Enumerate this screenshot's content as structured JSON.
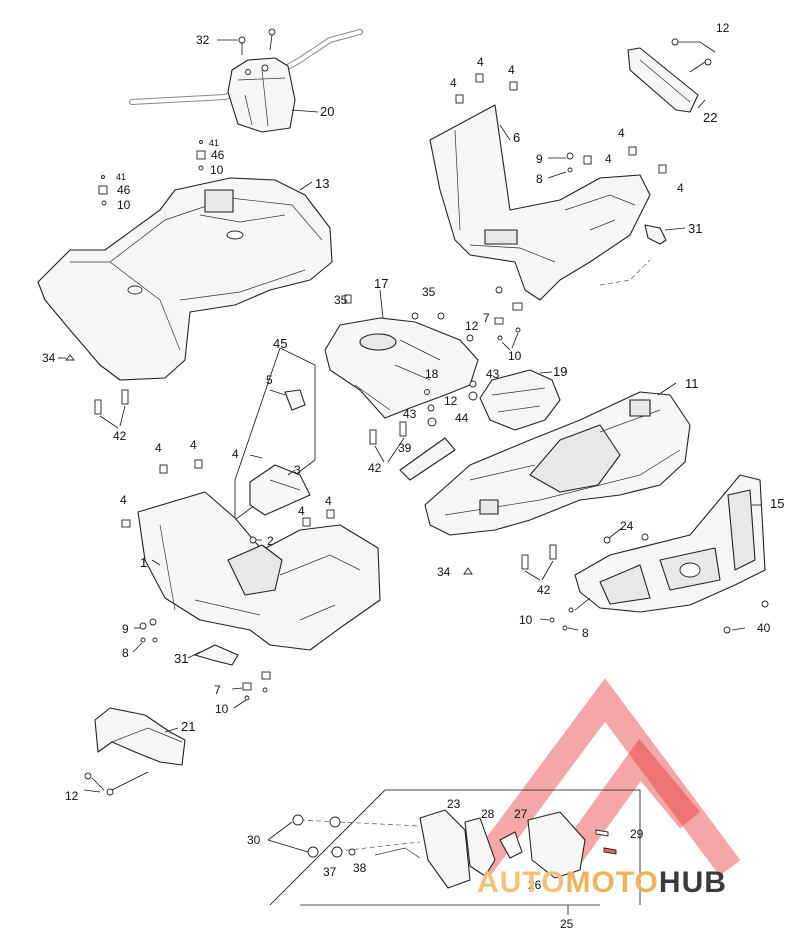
{
  "diagram": {
    "labels": {
      "1": "1",
      "2": "2",
      "3": "3",
      "4": "4",
      "5": "5",
      "6": "6",
      "7": "7",
      "8": "8",
      "9": "9",
      "10": "10",
      "11": "11",
      "12": "12",
      "13": "13",
      "15": "15",
      "17": "17",
      "18": "18",
      "19": "19",
      "20": "20",
      "21": "21",
      "22": "22",
      "23": "23",
      "24": "24",
      "25": "25",
      "26": "26",
      "27": "27",
      "28": "28",
      "29": "29",
      "30": "30",
      "31": "31",
      "32": "32",
      "34": "34",
      "35": "35",
      "37": "37",
      "38": "38",
      "39": "39",
      "40": "40",
      "41": "41",
      "42": "42",
      "43": "43",
      "44": "44",
      "45": "45",
      "46": "46"
    }
  },
  "watermark": {
    "part1": "AUTO",
    "part2": "MOTO",
    "part3": "HUB",
    "color_auto": "#f4c07a",
    "color_moto": "#f2b25a",
    "color_hub": "#3a3a3a",
    "logo_color": "#e83a3a"
  }
}
